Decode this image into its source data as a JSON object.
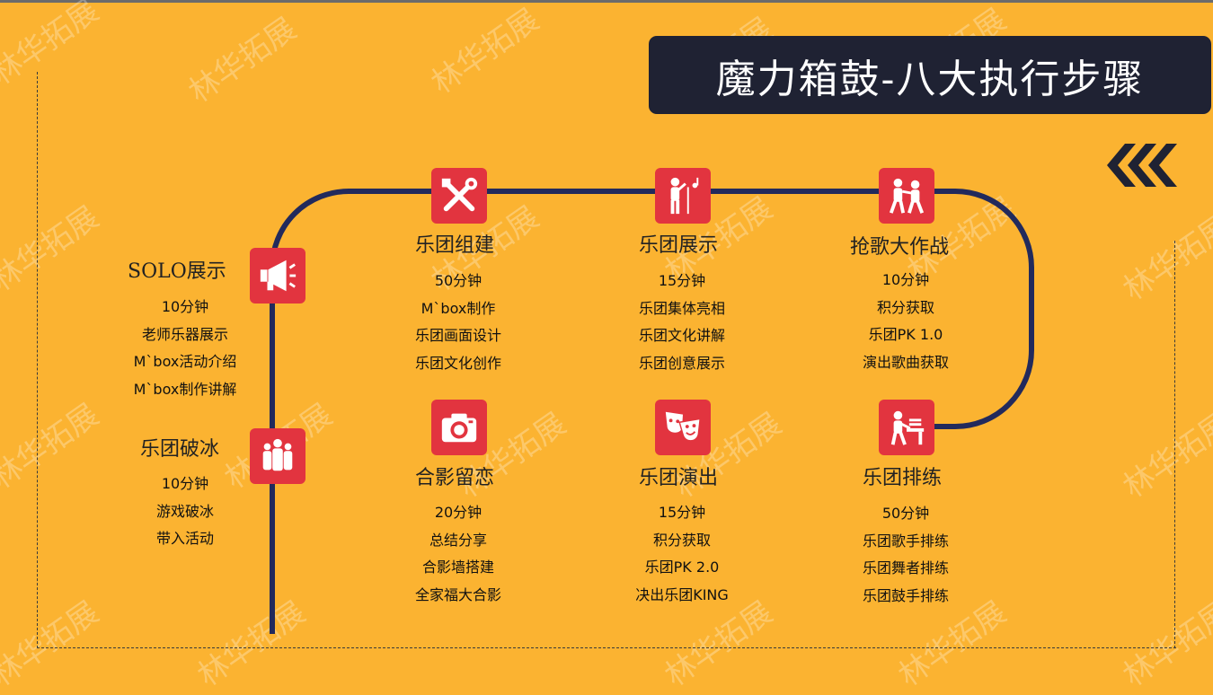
{
  "title": "魔力箱鼓-八大执行步骤",
  "watermark": "林华拓展",
  "colors": {
    "background": "#fbb331",
    "path": "#222a5c",
    "icon_bg": "#e2343f",
    "title_bg": "#1f2233"
  },
  "steps": [
    {
      "id": "ice",
      "icon": "people-group-icon",
      "title": "乐团破冰",
      "lines": [
        "10分钟",
        "游戏破冰",
        "带入活动"
      ]
    },
    {
      "id": "solo",
      "icon": "megaphone-icon",
      "title": "SOLO展示",
      "lines": [
        "10分钟",
        "老师乐器展示",
        "M`box活动介绍",
        "M`box制作讲解"
      ]
    },
    {
      "id": "build",
      "icon": "tools-icon",
      "title": "乐团组建",
      "lines": [
        "50分钟",
        "M`box制作",
        "乐团画面设计",
        "乐团文化创作"
      ]
    },
    {
      "id": "show",
      "icon": "singer-icon",
      "title": "乐团展示",
      "lines": [
        "15分钟",
        "乐团集体亮相",
        "乐团文化讲解",
        "乐团创意展示"
      ]
    },
    {
      "id": "battle",
      "icon": "fight-icon",
      "title": "抢歌大作战",
      "lines": [
        "10分钟",
        "积分获取",
        "乐团PK 1.0",
        "演出歌曲获取"
      ]
    },
    {
      "id": "rehearse",
      "icon": "desk-worker-icon",
      "title": "乐团排练",
      "lines": [
        "50分钟",
        "乐团歌手排练",
        "乐团舞者排练",
        "乐团鼓手排练"
      ]
    },
    {
      "id": "perform",
      "icon": "theater-masks-icon",
      "title": "乐团演出",
      "lines": [
        "15分钟",
        "积分获取",
        "乐团PK 2.0",
        "决出乐团KING"
      ]
    },
    {
      "id": "photo",
      "icon": "camera-icon",
      "title": "合影留恋",
      "lines": [
        "20分钟",
        "总结分享",
        "合影墙搭建",
        "全家福大合影"
      ]
    }
  ]
}
